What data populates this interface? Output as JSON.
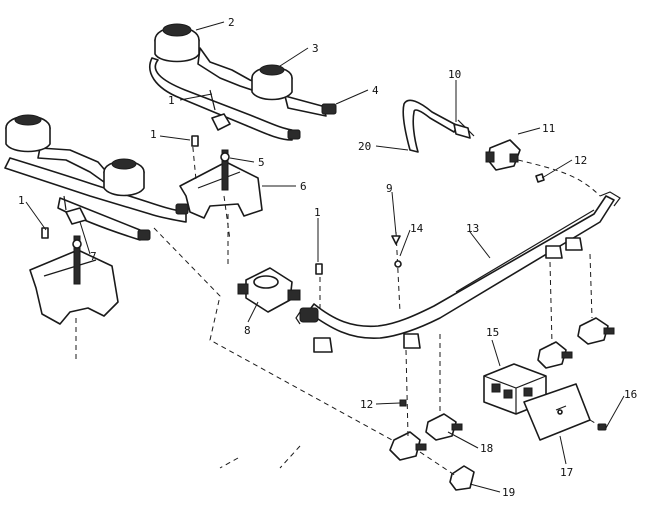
{
  "callouts": [
    {
      "label": "2"
    },
    {
      "label": "3"
    },
    {
      "label": "4"
    },
    {
      "label": "1"
    },
    {
      "label": "1"
    },
    {
      "label": "5"
    },
    {
      "label": "6"
    },
    {
      "label": "1"
    },
    {
      "label": "7"
    },
    {
      "label": "10"
    },
    {
      "label": "11"
    },
    {
      "label": "20"
    },
    {
      "label": "12"
    },
    {
      "label": "9"
    },
    {
      "label": "14"
    },
    {
      "label": "1"
    },
    {
      "label": "13"
    },
    {
      "label": "8"
    },
    {
      "label": "15"
    },
    {
      "label": "12"
    },
    {
      "label": "16"
    },
    {
      "label": "18"
    },
    {
      "label": "17"
    },
    {
      "label": "19"
    }
  ]
}
